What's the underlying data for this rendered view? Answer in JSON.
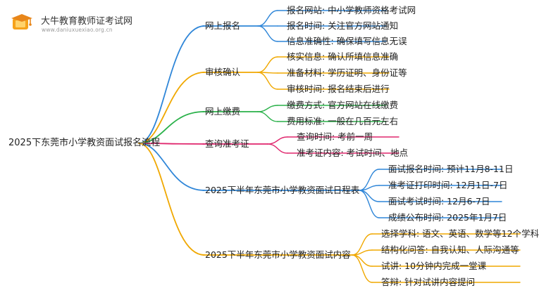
{
  "logo": {
    "name": "大牛教育教师证考试网",
    "url": "www.daniuxuexiao.org.cn"
  },
  "root": "2025下东莞市小学教资面试报名流程",
  "branches": [
    {
      "label": "网上报名",
      "color": "#2f86d8",
      "children": [
        "报名网站: 中小学教师资格考试网",
        "报名时间: 关注官方网站通知",
        "信息准确性: 确保填写信息无误"
      ]
    },
    {
      "label": "审核确认",
      "color": "#f0a800",
      "children": [
        "核实信息: 确认所填信息准确",
        "准备材料: 学历证明、身份证等",
        "审核时间: 报名结束后进行"
      ]
    },
    {
      "label": "网上缴费",
      "color": "#2ab14a",
      "children": [
        "缴费方式: 官方网站在线缴费",
        "费用标准: 一般在几百元左右"
      ]
    },
    {
      "label": "查询准考证",
      "color": "#e0266d",
      "children": [
        "查询时间: 考前一周",
        "准考证内容: 考试时间、地点"
      ]
    },
    {
      "label": "2025下半年东莞市小学教资面试日程表",
      "color": "#2f86d8",
      "children": [
        "面试报名时间: 预计11月8-11日",
        "准考证打印时间: 12月1日-7日",
        "面试考试时间: 12月6-7日",
        "成绩公布时间: 2025年1月7日"
      ]
    },
    {
      "label": "2025下半年东莞市小学教资面试内容",
      "color": "#f0a800",
      "children": [
        "选择学科: 语文、英语、数学等12个学科",
        "结构化问答: 自我认知、人际沟通等",
        "试讲: 10分钟内完成一堂课",
        "答辩: 针对试讲内容提问"
      ]
    }
  ]
}
